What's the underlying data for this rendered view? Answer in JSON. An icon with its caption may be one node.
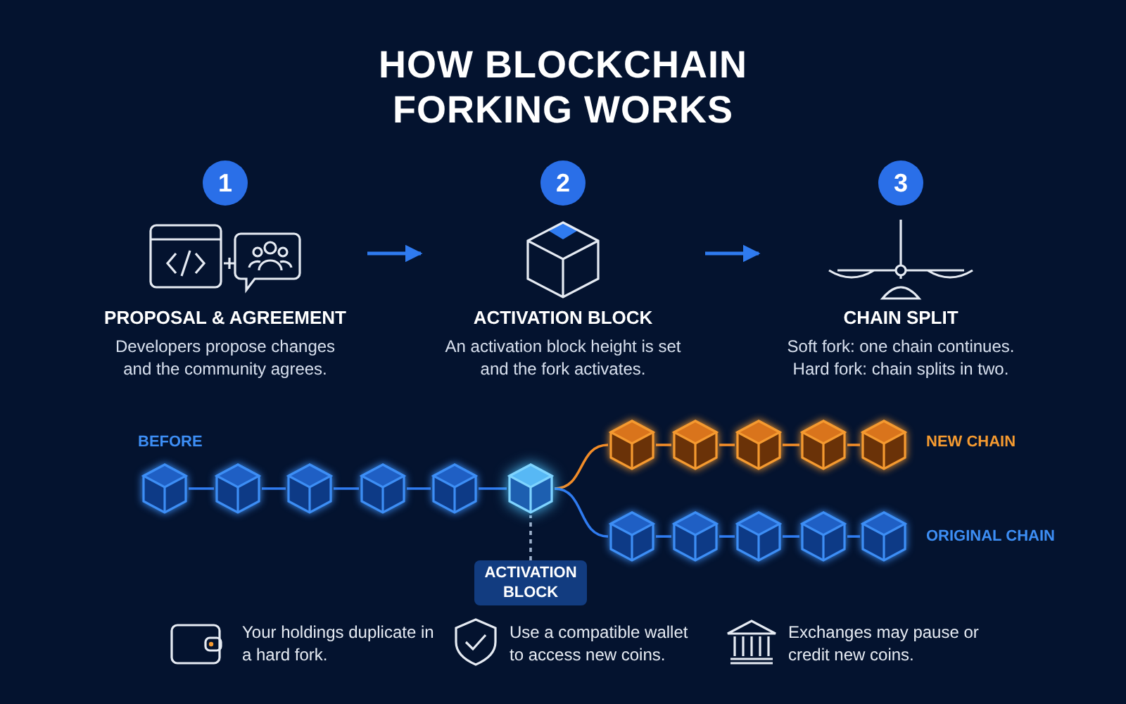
{
  "diagram": {
    "title": "HOW BLOCKCHAIN FORKING WORKS",
    "nodes": [
      {
        "text": [
          "1",
          "PROPOSAL & AGREEMENT",
          "Developers propose changes and the community agrees."
        ]
      },
      {
        "text": [
          "2",
          "ACTIVATION BLOCK",
          "An activation block height is set and the fork activates."
        ]
      },
      {
        "text": [
          "3",
          "CHAIN SPLIT",
          "Soft fork: one chain continues. Hard fork: chain splits in two."
        ]
      },
      {
        "text": [],
        "shape": "cube"
      },
      {
        "text": [],
        "shape": "cube"
      },
      {
        "text": [],
        "shape": "cube"
      },
      {
        "text": [],
        "shape": "cube"
      },
      {
        "text": [],
        "shape": "cube"
      },
      {
        "text": [],
        "shape": "cube"
      },
      {
        "text": [],
        "shape": "cube"
      },
      {
        "text": [],
        "shape": "cube"
      },
      {
        "text": [],
        "shape": "cube"
      },
      {
        "text": [],
        "shape": "cube"
      },
      {
        "text": [],
        "shape": "cube"
      },
      {
        "text": [],
        "shape": "cube"
      },
      {
        "text": [],
        "shape": "cube"
      },
      {
        "text": [],
        "shape": "cube"
      },
      {
        "text": [],
        "shape": "cube"
      },
      {
        "text": [],
        "shape": "cube"
      },
      {
        "text": [
          "ACTIVATION BLOCK"
        ]
      }
    ],
    "edges": [
      {
        "from": 0,
        "to": 1,
        "arrow": "to"
      },
      {
        "from": 1,
        "to": 2,
        "arrow": "to"
      },
      {
        "from": 3,
        "to": 4,
        "arrow": "none"
      },
      {
        "from": 4,
        "to": 5,
        "arrow": "none"
      },
      {
        "from": 5,
        "to": 6,
        "arrow": "none"
      },
      {
        "from": 6,
        "to": 7,
        "arrow": "none"
      },
      {
        "from": 7,
        "to": 8,
        "arrow": "none"
      },
      {
        "from": 8,
        "to": 9,
        "arrow": "none",
        "color": "#f28c28"
      },
      {
        "from": 9,
        "to": 10,
        "arrow": "none",
        "color": "#f28c28"
      },
      {
        "from": 10,
        "to": 11,
        "arrow": "none",
        "color": "#f28c28"
      },
      {
        "from": 11,
        "to": 12,
        "arrow": "none",
        "color": "#f28c28"
      },
      {
        "from": 12,
        "to": 13,
        "arrow": "none",
        "color": "#f28c28"
      },
      {
        "from": 8,
        "to": 14,
        "arrow": "none"
      },
      {
        "from": 14,
        "to": 15,
        "arrow": "none"
      },
      {
        "from": 15,
        "to": 16,
        "arrow": "none"
      },
      {
        "from": 16,
        "to": 17,
        "arrow": "none"
      },
      {
        "from": 17,
        "to": 18,
        "arrow": "none"
      },
      {
        "from": 19,
        "to": 8,
        "arrow": "none",
        "style": "dashed",
        "color": "#9fb2cc"
      }
    ],
    "labels": [
      "BEFORE",
      "NEW CHAIN",
      "ORIGINAL CHAIN",
      "Your holdings duplicate in a hard fork.",
      "Use a compatible wallet to access new coins.",
      "Exchanges may pause or credit new coins."
    ]
  }
}
